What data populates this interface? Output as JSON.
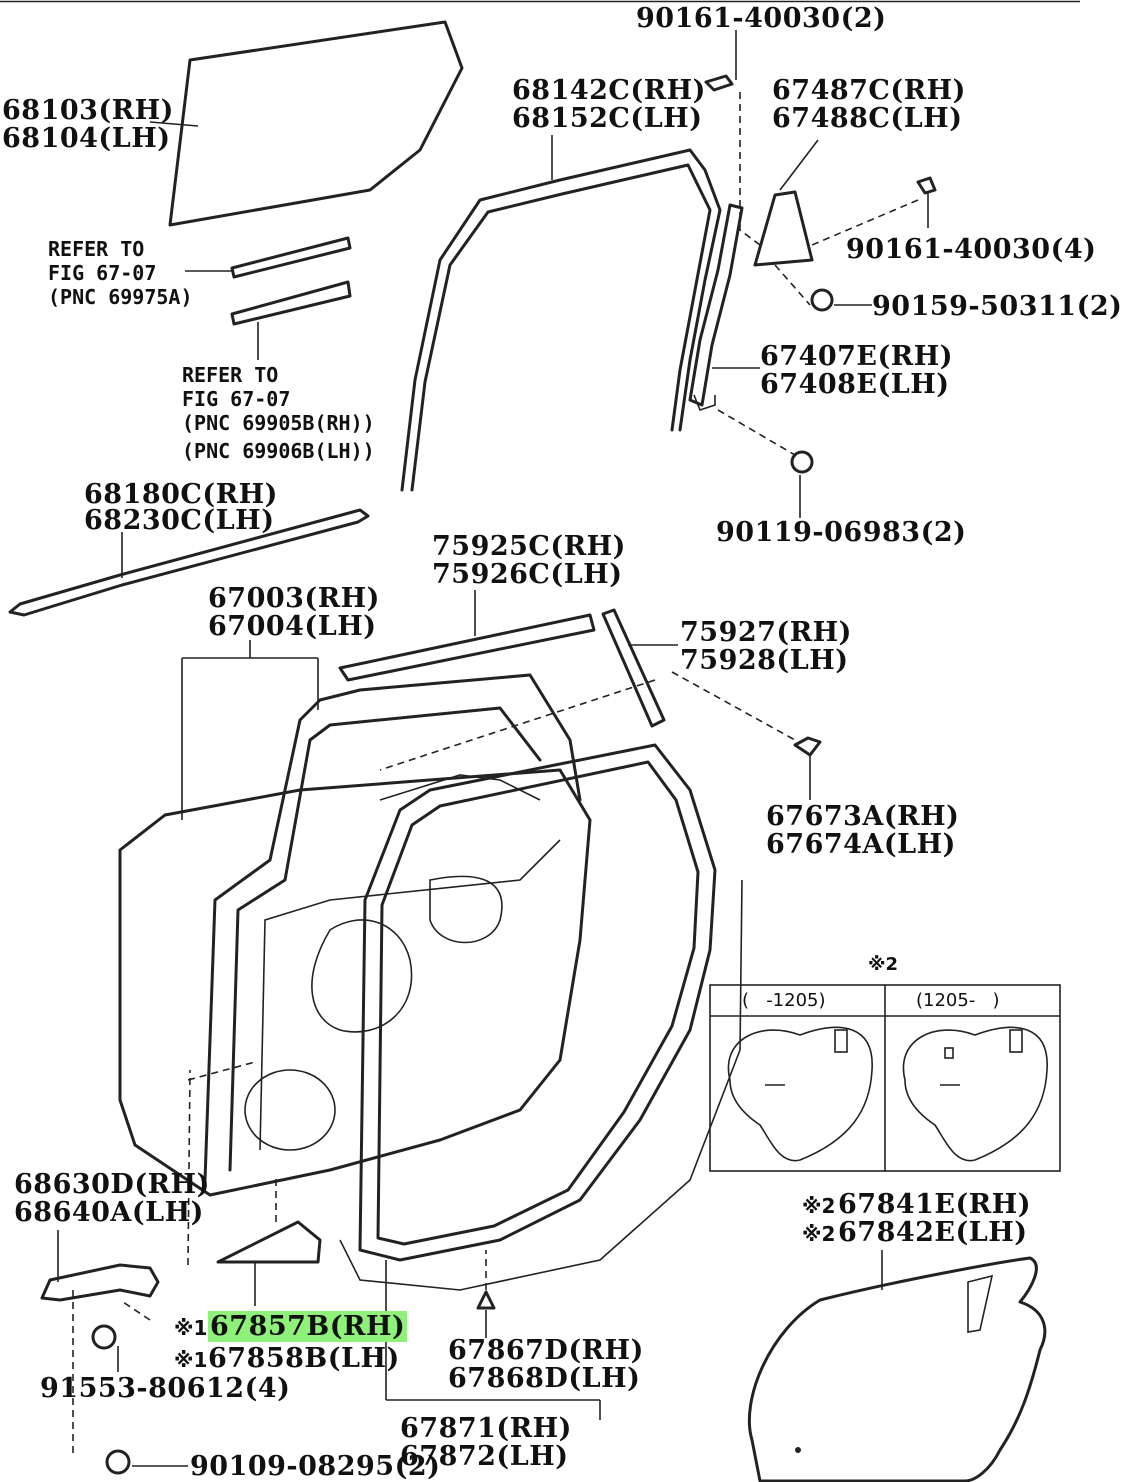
{
  "labels": {
    "p90161_40030_2": "90161-40030(2)",
    "p68103": "68103(RH)",
    "p68104": "68104(LH)",
    "p68142c": "68142C(RH)",
    "p68152c": "68152C(LH)",
    "p67487c": "67487C(RH)",
    "p67488c": "67488C(LH)",
    "p90161_40030_4": "90161-40030(4)",
    "p90159_50311": "90159-50311(2)",
    "p67407e": "67407E(RH)",
    "p67408e": "67408E(LH)",
    "p90119_06983": "90119-06983(2)",
    "p68180c": "68180C(RH)",
    "p68230c": "68230C(LH)",
    "p75925c": "75925C(RH)",
    "p75926c": "75926C(LH)",
    "p67003": "67003(RH)",
    "p67004": "67004(LH)",
    "p75927": "75927(RH)",
    "p75928": "75928(LH)",
    "p67673a": "67673A(RH)",
    "p67674a": "67674A(LH)",
    "p68630d": "68630D(RH)",
    "p68640a": "68640A(LH)",
    "p67857b": "67857B(RH)",
    "p67858b": "67858B(LH)",
    "p67867d": "67867D(RH)",
    "p67868d": "67868D(LH)",
    "p91553": "91553-80612(4)",
    "p67841e": "67841E(RH)",
    "p67842e": "67842E(LH)",
    "p67871": "67871(RH)",
    "p67872": "67872(LH)",
    "p90109": "90109-08295(2)"
  },
  "marks": {
    "note1": "※1",
    "note2": "※2"
  },
  "refs": {
    "refer1_line1": "REFER TO",
    "refer1_line2": "FIG 67-07",
    "refer1_line3": "(PNC 69975A)",
    "refer2_line1": "REFER TO",
    "refer2_line2": "FIG 67-07",
    "refer2_line3": "(PNC 69905B(RH))",
    "refer2_line4": "(PNC 69906B(LH))"
  },
  "inset": {
    "title": "※2",
    "left_header": "(   -1205)",
    "right_header": "(1205-   )"
  },
  "highlight_color": "#8ff07a"
}
